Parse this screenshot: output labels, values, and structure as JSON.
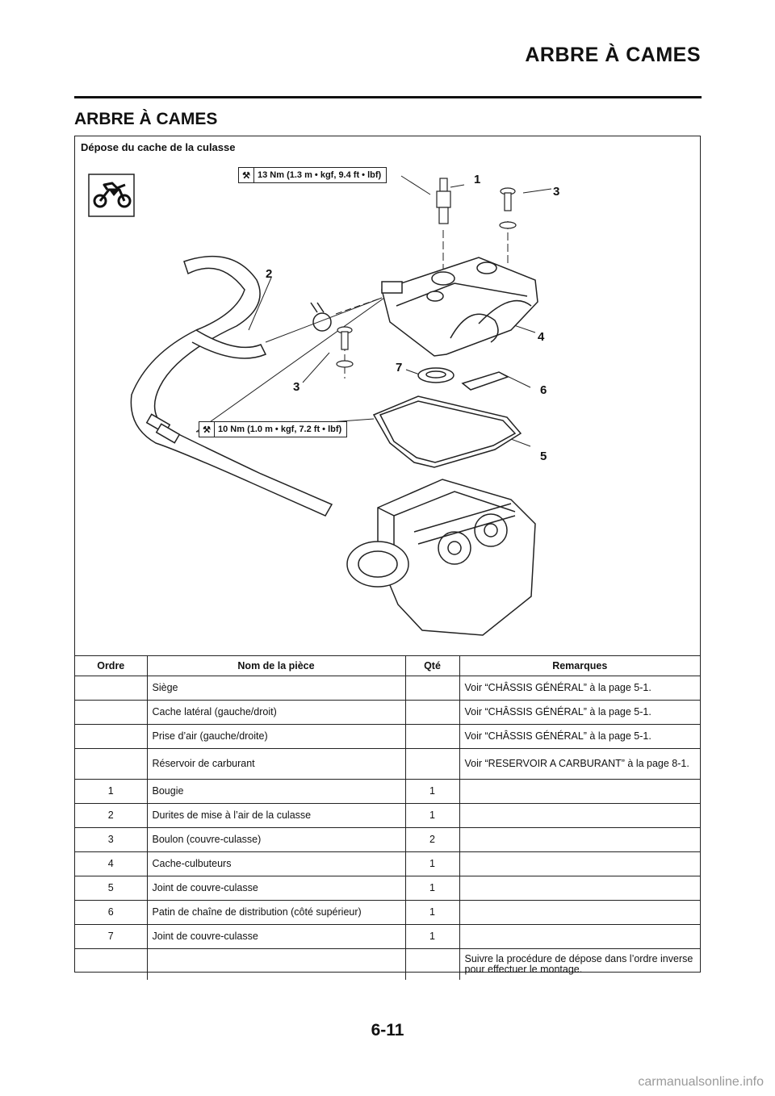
{
  "header": {
    "title": "ARBRE À CAMES"
  },
  "section": {
    "title": "ARBRE À CAMES"
  },
  "frame": {
    "title": "Dépose du cache de la culasse"
  },
  "diagram": {
    "icons": [
      "motorcycle-icon",
      "wrench-icon"
    ],
    "torque_top": "13 Nm (1.3 m • kgf, 9.4 ft • lbf)",
    "torque_bottom": "10 Nm (1.0 m • kgf, 7.2 ft • lbf)",
    "callouts": {
      "c1": "1",
      "c2": "2",
      "c3a": "3",
      "c3b": "3",
      "c4": "4",
      "c5": "5",
      "c6": "6",
      "c7": "7"
    }
  },
  "table": {
    "headers": {
      "order": "Ordre",
      "name": "Nom de la pièce",
      "qty": "Qté",
      "remarks": "Remarques"
    },
    "rows": [
      {
        "order": "",
        "name": "Siège",
        "qty": "",
        "remarks": "Voir “CHÂSSIS GÉNÉRAL” à la page 5-1."
      },
      {
        "order": "",
        "name": "Cache latéral (gauche/droit)",
        "qty": "",
        "remarks": "Voir “CHÂSSIS GÉNÉRAL” à la page 5-1."
      },
      {
        "order": "",
        "name": "Prise d’air (gauche/droite)",
        "qty": "",
        "remarks": "Voir “CHÂSSIS GÉNÉRAL” à la page 5-1."
      },
      {
        "order": "",
        "name": "Réservoir de carburant",
        "qty": "",
        "remarks": "Voir “RESERVOIR A CARBURANT” à la page 8-1."
      },
      {
        "order": "1",
        "name": "Bougie",
        "qty": "1",
        "remarks": ""
      },
      {
        "order": "2",
        "name": "Durites de mise à l’air de la culasse",
        "qty": "1",
        "remarks": ""
      },
      {
        "order": "3",
        "name": "Boulon (couvre-culasse)",
        "qty": "2",
        "remarks": ""
      },
      {
        "order": "4",
        "name": "Cache-culbuteurs",
        "qty": "1",
        "remarks": ""
      },
      {
        "order": "5",
        "name": "Joint de couvre-culasse",
        "qty": "1",
        "remarks": ""
      },
      {
        "order": "6",
        "name": "Patin de chaîne de distribution (côté supérieur)",
        "qty": "1",
        "remarks": ""
      },
      {
        "order": "7",
        "name": "Joint de couvre-culasse",
        "qty": "1",
        "remarks": ""
      },
      {
        "order": "",
        "name": "",
        "qty": "",
        "remarks": "Suivre la procédure de dépose dans l’ordre inverse pour effectuer le montage."
      }
    ]
  },
  "footer": {
    "page_number": "6-11",
    "watermark": "carmanualsonline.info"
  }
}
